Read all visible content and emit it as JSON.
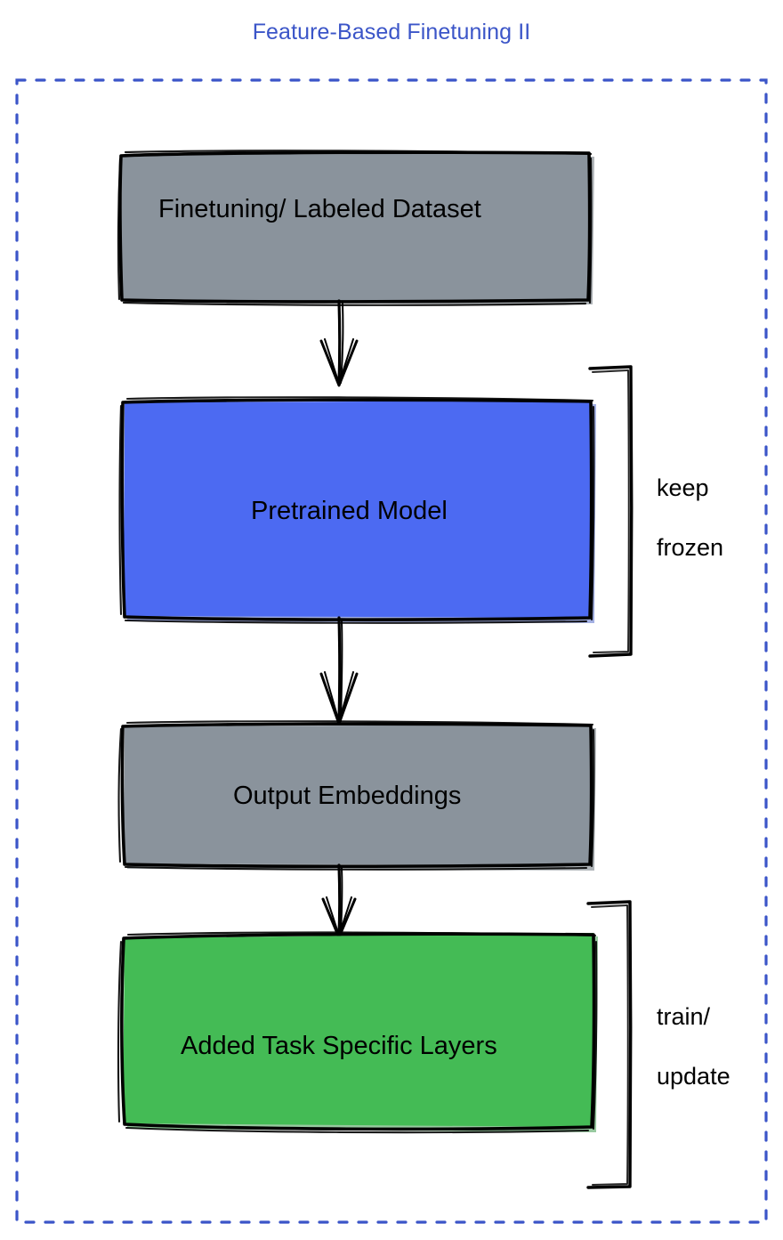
{
  "diagram": {
    "title": "Feature-Based Finetuning II",
    "title_color": "#3b55c8",
    "border_color": "#3b55c8",
    "background": "#ffffff",
    "type": "flowchart",
    "nodes": [
      {
        "id": "dataset",
        "label": "Finetuning/ Labeled Dataset",
        "fill": "#8a939c",
        "stroke": "#000000",
        "shape": "rectangle"
      },
      {
        "id": "pretrained-model",
        "label": "Pretrained Model",
        "fill": "#4c6af2",
        "stroke": "#000000",
        "shape": "rectangle"
      },
      {
        "id": "output-embeddings",
        "label": "Output Embeddings",
        "fill": "#8a939c",
        "stroke": "#000000",
        "shape": "rectangle"
      },
      {
        "id": "task-layers",
        "label": "Added Task Specific Layers",
        "fill": "#44bb55",
        "stroke": "#000000",
        "shape": "rectangle"
      }
    ],
    "edges": [
      {
        "from": "dataset",
        "to": "pretrained-model",
        "style": "arrow"
      },
      {
        "from": "pretrained-model",
        "to": "output-embeddings",
        "style": "arrow"
      },
      {
        "from": "output-embeddings",
        "to": "task-layers",
        "style": "arrow"
      }
    ],
    "annotations": [
      {
        "id": "keep-frozen",
        "line1": "keep",
        "line2": "frozen",
        "target": "pretrained-model"
      },
      {
        "id": "train-update",
        "line1": "train/",
        "line2": "update",
        "target": "task-layers"
      }
    ]
  }
}
